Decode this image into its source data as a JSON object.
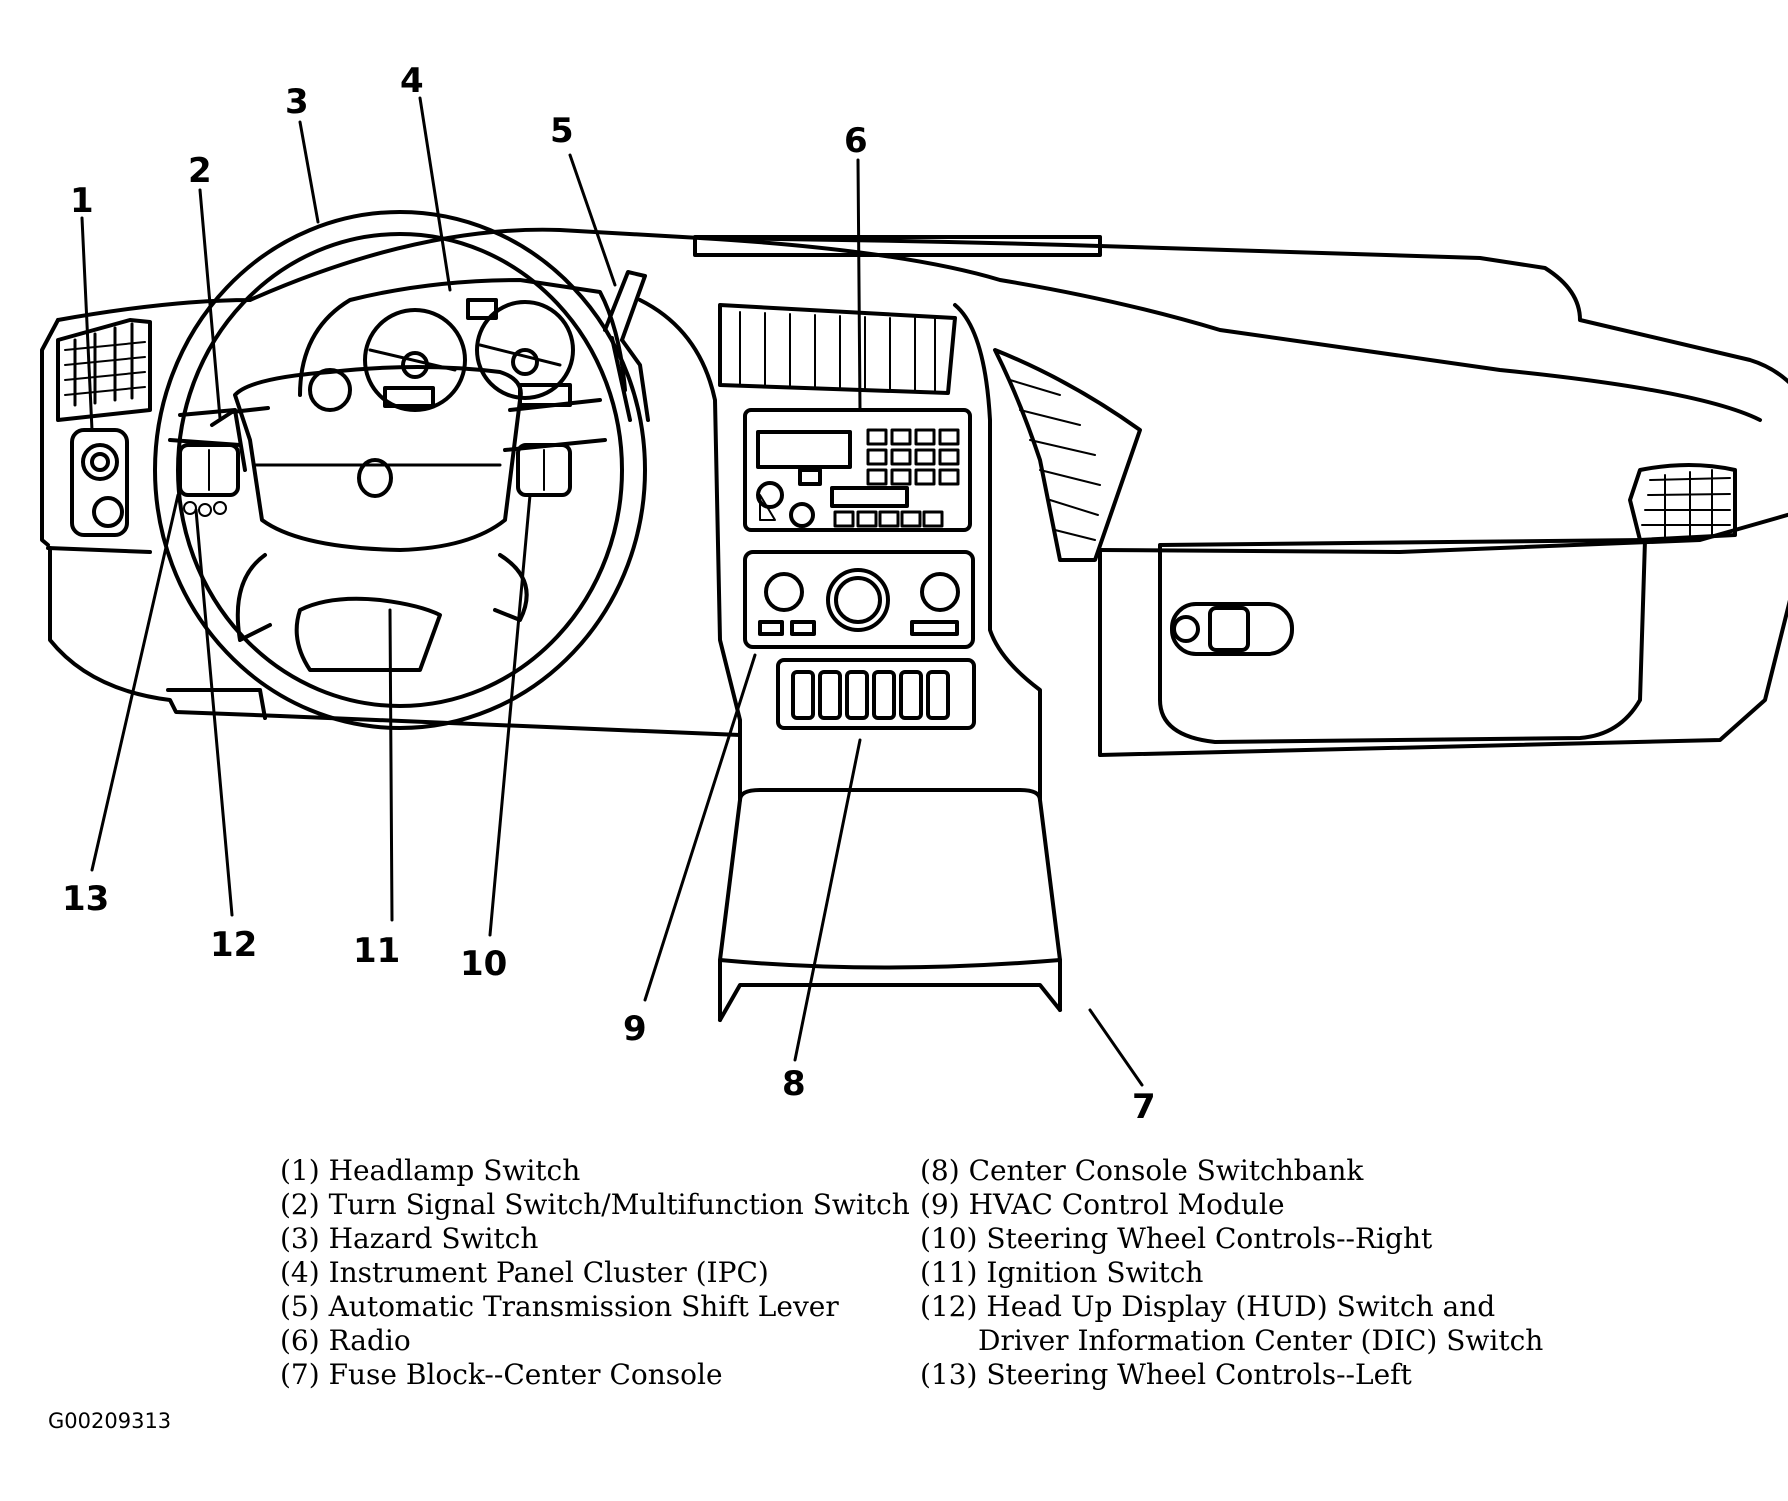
{
  "callouts": [
    "1",
    "2",
    "3",
    "4",
    "5",
    "6",
    "7",
    "8",
    "9",
    "10",
    "11",
    "12",
    "13"
  ],
  "legend_left": [
    "(1) Headlamp Switch",
    "(2) Turn Signal Switch/Multifunction Switch",
    "(3) Hazard Switch",
    "(4) Instrument Panel Cluster (IPC)",
    "(5) Automatic Transmission Shift Lever",
    "(6) Radio",
    "(7) Fuse Block--Center Console"
  ],
  "legend_right": [
    "(8) Center Console Switchbank",
    "(9) HVAC Control Module",
    "(10) Steering Wheel Controls--Right",
    "(11) Ignition Switch",
    "(12) Head Up Display (HUD) Switch and",
    "Driver Information Center (DIC) Switch",
    "(13) Steering Wheel Controls--Left"
  ],
  "figure_id": "G00209313"
}
